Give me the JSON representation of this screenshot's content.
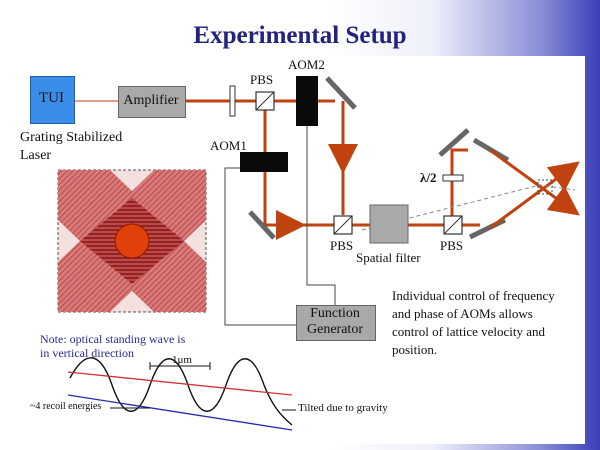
{
  "title": "Experimental Setup",
  "labels": {
    "tui": "TUI",
    "amplifier": "Amplifier",
    "laser_line1": "Grating Stabilized",
    "laser_line2": "Laser",
    "pbs1": "PBS",
    "aom2": "AOM2",
    "aom1": "AOM1",
    "lambda_half": "λ/2",
    "pbs2": "PBS",
    "pbs3": "PBS",
    "spatial_filter": "Spatial filter",
    "function_generator_line1": "Function",
    "function_generator_line2": "Generator",
    "note_line1": "Note: optical standing wave is",
    "note_line2": "in vertical direction",
    "micron": "1μm",
    "recoil": "~4 recoil energies",
    "tilted": "Tilted due to gravity",
    "desc_line1": "Individual control of frequency",
    "desc_line2": "and phase of AOMs allows",
    "desc_line3": "control of lattice velocity and",
    "desc_line4": "position."
  },
  "colors": {
    "title": "#23237f",
    "beam": "#c0420f",
    "tui_box": "#3a8ee8",
    "device_box": "#a9a9a9",
    "aom": "#0a0a0a",
    "lattice_fill": "#c85a5a",
    "atom_cloud": "#e0400a",
    "note_text": "#2a2a9a",
    "red_line": "#d03030",
    "blue_line": "#2a2ab0"
  }
}
